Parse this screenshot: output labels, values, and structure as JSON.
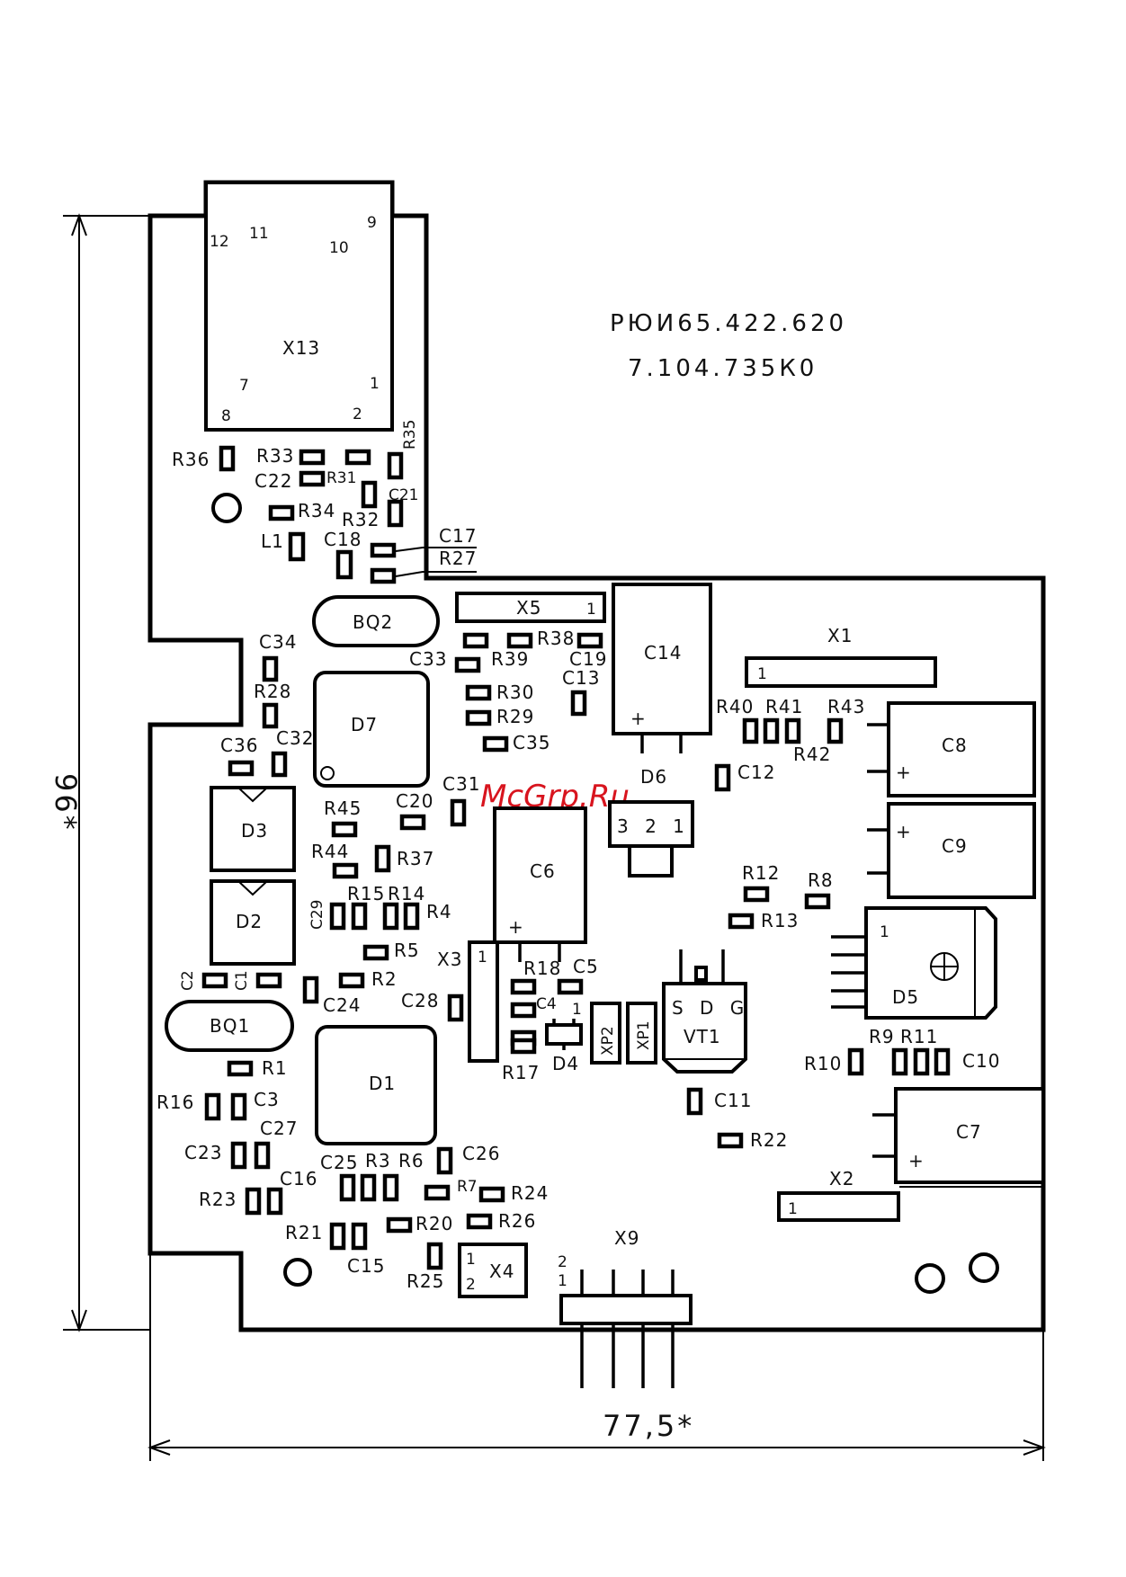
{
  "drawing": {
    "code_line1": "РЮИ65.422.620",
    "code_line2": "7.104.735К0",
    "dim_height": "96*",
    "dim_width": "77,5*",
    "watermark": "McGrp.Ru"
  },
  "components": {
    "X13": "X13",
    "X13_p12": "12",
    "X13_p11": "11",
    "X13_p10": "10",
    "X13_p9": "9",
    "X13_p7": "7",
    "X13_p1": "1",
    "X13_p8": "8",
    "X13_p2": "2",
    "R36": "R36",
    "R33": "R33",
    "R35": "R35",
    "C22": "C22",
    "R31": "R31",
    "C21": "C21",
    "R34": "R34",
    "R32": "R32",
    "L1": "L1",
    "C18": "C18",
    "C17": "C17",
    "R27": "R27",
    "BQ2": "BQ2",
    "X5": "X5",
    "X5_p1": "1",
    "C14": "C14",
    "X1": "X1",
    "X1_p1": "1",
    "C34": "C34",
    "C33": "C33",
    "R39": "R39",
    "R38": "R38",
    "C19": "C19",
    "C13": "C13",
    "R28": "R28",
    "D7": "D7",
    "R30": "R30",
    "R29": "R29",
    "C35": "C35",
    "R40": "R40",
    "R41": "R41",
    "R43": "R43",
    "R42": "R42",
    "C8": "C8",
    "C36": "C36",
    "C32": "C32",
    "C12": "C12",
    "D6": "D6",
    "D6_pins": "3 2 1",
    "D3": "D3",
    "R45": "R45",
    "C20": "C20",
    "C31": "C31",
    "C6": "C6",
    "C9": "C9",
    "R44": "R44",
    "R37": "R37",
    "R12": "R12",
    "R8": "R8",
    "C29": "C29",
    "R15": "R15",
    "R14": "R14",
    "R4": "R4",
    "R13": "R13",
    "D2": "D2",
    "R5": "R5",
    "X3": "X3",
    "X3_p1": "1",
    "R18": "R18",
    "C5": "C5",
    "D5": "D5",
    "D5_p1": "1",
    "C2": "C2",
    "C1": "C1",
    "R2": "R2",
    "C24": "C24",
    "C28": "C28",
    "C4": "C4",
    "D4_p1": "1",
    "VT1_pins": "S D G",
    "BQ1": "BQ1",
    "XP2": "XP2",
    "XP1": "XP1",
    "VT1": "VT1",
    "R9": "R9",
    "R11": "R11",
    "D1": "D1",
    "R17": "R17",
    "D4": "D4",
    "R10": "R10",
    "C10": "C10",
    "R1": "R1",
    "R16": "R16",
    "C3": "C3",
    "C11": "C11",
    "C7": "C7",
    "R22": "R22",
    "C27": "C27",
    "C23": "C23",
    "C25": "C25",
    "R3": "R3",
    "R6": "R6",
    "C26": "C26",
    "C16": "C16",
    "R7": "R7",
    "R24": "R24",
    "R23": "R23",
    "X2": "X2",
    "X2_p1": "1",
    "R21": "R21",
    "R20": "R20",
    "R26": "R26",
    "X9": "X9",
    "C15": "C15",
    "X4_p1": "1",
    "X4_p2": "2",
    "X4": "X4",
    "X9_p2": "2",
    "X9_p1": "1",
    "R25": "R25"
  }
}
